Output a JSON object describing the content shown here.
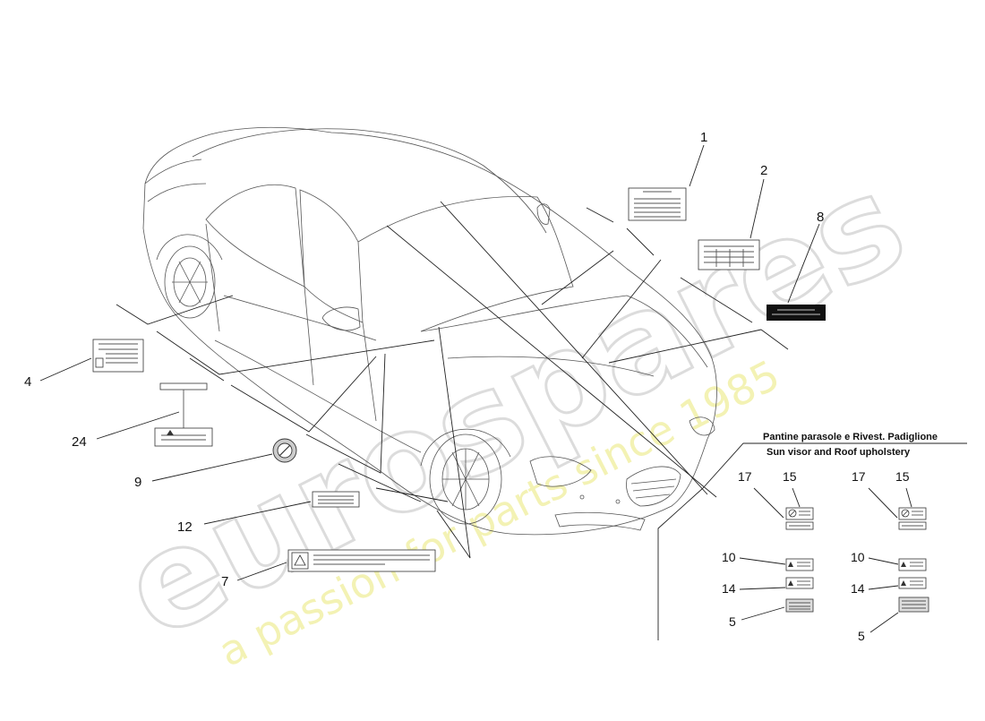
{
  "watermark": {
    "brand": "eurospares",
    "tagline": "a passion for parts since 1985"
  },
  "section": {
    "title_it": "Pantine parasole e Rivest. Padiglione",
    "title_en": "Sun visor and Roof upholstery"
  },
  "callouts": {
    "c1": "1",
    "c2": "2",
    "c8": "8",
    "c4": "4",
    "c24": "24",
    "c9": "9",
    "c12": "12",
    "c7": "7",
    "r17a": "17",
    "r15a": "15",
    "r17b": "17",
    "r15b": "15",
    "r10a": "10",
    "r10b": "10",
    "r14a": "14",
    "r14b": "14",
    "r5a": "5",
    "r5b": "5"
  }
}
